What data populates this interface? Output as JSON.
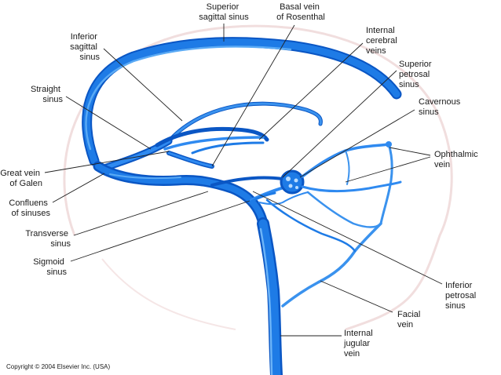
{
  "labels": {
    "superior_sagittal_sinus": [
      "Superior",
      "sagittal sinus"
    ],
    "basal_vein_of_rosenthal": [
      "Basal vein",
      "of Rosenthal"
    ],
    "internal_cerebral_veins": [
      "Internal",
      "cerebral",
      "veins"
    ],
    "superior_petrosal_sinus": [
      "Superior",
      "petrosal",
      "sinus"
    ],
    "cavernous_sinus": [
      "Cavernous",
      "sinus"
    ],
    "ophthalmic_vein": [
      "Ophthalmic",
      "vein"
    ],
    "inferior_sagittal_sinus": [
      "Inferior",
      "sagittal",
      "sinus"
    ],
    "straight_sinus": [
      "Straight",
      "sinus"
    ],
    "great_vein_of_galen": [
      "Great vein",
      "of Galen"
    ],
    "confluens_of_sinuses": [
      "Confluens",
      "of sinuses"
    ],
    "transverse_sinus": [
      "Transverse",
      "sinus"
    ],
    "sigmoid_sinus": [
      "Sigmoid",
      "sinus"
    ],
    "inferior_petrosal_sinus": [
      "Inferior",
      "petrosal",
      "sinus"
    ],
    "facial_vein": [
      "Facial",
      "vein"
    ],
    "internal_jugular_vein": [
      "Internal",
      "jugular",
      "vein"
    ]
  },
  "copyright": "Copyright © 2004 Elsevier Inc. (USA)",
  "colors": {
    "vein_dark": "#0a56c4",
    "vein_main": "#1e7be6",
    "vein_light": "#5aaaf5",
    "vein_highlight": "#b9dcff",
    "head_outline": "#f1dede"
  }
}
